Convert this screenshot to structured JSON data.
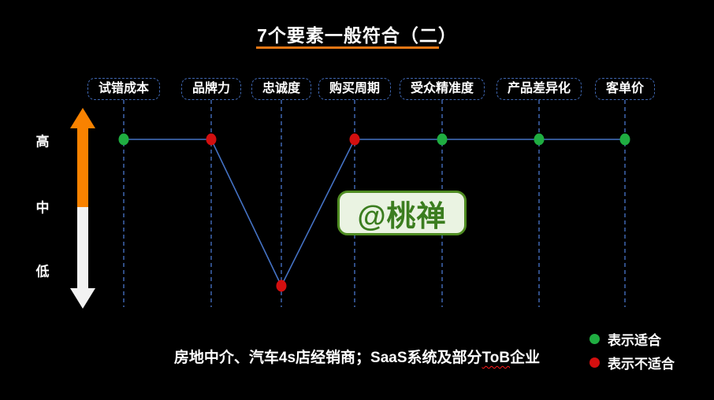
{
  "title": {
    "text": "7个要素一般符合（二）"
  },
  "watermark": {
    "text": "@桃禅"
  },
  "footnote": {
    "before": "房地中介、汽车4s店经销商；SaaS系统及部分",
    "misspelled": "ToB",
    "after": "企业"
  },
  "chart_data": {
    "type": "line",
    "title": "7个要素一般符合（二）",
    "categories": [
      "试错成本",
      "品牌力",
      "忠诚度",
      "购买周期",
      "受众精准度",
      "产品差异化",
      "客单价"
    ],
    "values": [
      "高",
      "高",
      "低",
      "高",
      "高",
      "高",
      "高"
    ],
    "suitable": [
      true,
      false,
      false,
      false,
      true,
      true,
      true
    ],
    "axis_levels": [
      "高",
      "中",
      "低"
    ],
    "axis_style": "double-headed vertical arrow, orange top half / white bottom half",
    "grid": "dashed vertical guide line under each category",
    "legend_position": "bottom-right",
    "legend": [
      {
        "label": "表示适合",
        "suitable": true
      },
      {
        "label": "表示不适合",
        "suitable": false
      }
    ]
  },
  "colors": {
    "background": "#000000",
    "text": "#FFFFFF",
    "suitable_green": "#1FAD41",
    "unsuitable_red": "#D30F0F",
    "line_blue": "#4472C4",
    "guide_blue": "#3F66B0",
    "accent_orange": "#F98200",
    "underline_orange": "#E97714",
    "arrow_white": "#F2F2F2",
    "watermark_green": "#3B7D1F",
    "watermark_bg": "#EAF3E2",
    "watermark_border": "#4F8C22"
  }
}
